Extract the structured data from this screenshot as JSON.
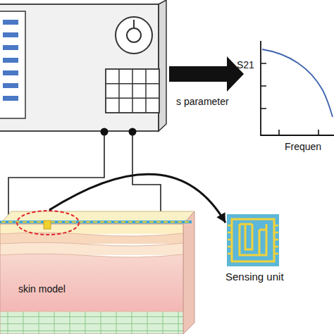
{
  "diagram": {
    "nodes": [
      {
        "text": [
          "skin model"
        ]
      },
      {
        "text": [
          "Sensing unit"
        ]
      }
    ],
    "edges": [
      {
        "from": 0,
        "to": 1,
        "arrow": "to"
      }
    ],
    "labels": [
      "s parameter",
      "S21",
      "Frequen"
    ]
  }
}
